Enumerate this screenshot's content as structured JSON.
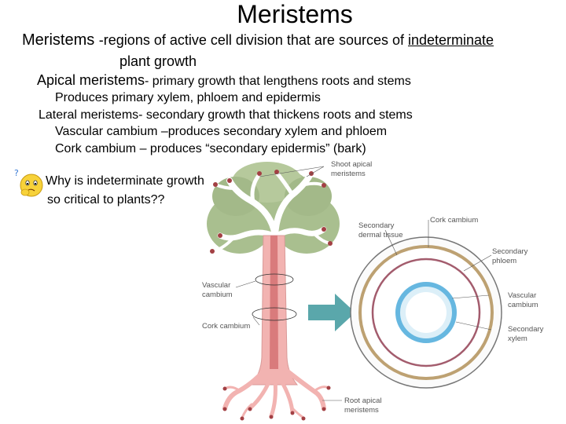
{
  "slide": {
    "title": "Meristems",
    "lines": {
      "def_term": "Meristems ",
      "def_dash": "-regions of active cell division that are sources of ",
      "def_underlined": "indeterminate",
      "def_cont": "plant growth",
      "apical_term": "Apical meristems",
      "apical_text": "- primary growth that lengthens roots and stems",
      "apical_sub": "Produces primary xylem, phloem and epidermis",
      "lateral": "Lateral meristems- secondary growth that thickens roots and stems",
      "vascular": "Vascular cambium –produces secondary xylem and phloem",
      "cork": "Cork cambium – produces “secondary epidermis” (bark)"
    },
    "question": {
      "line1": "Why is indeterminate growth",
      "line2": "so critical to plants??"
    }
  },
  "diagram": {
    "labels": {
      "shoot_1": "Shoot apical",
      "shoot_2": "meristems",
      "cork_top": "Cork cambium",
      "sec_dermal_1": "Secondary",
      "sec_dermal_2": "dermal tissue",
      "sec_phloem_1": "Secondary",
      "sec_phloem_2": "phloem",
      "vasc_left_1": "Vascular",
      "vasc_left_2": "cambium",
      "cork_left": "Cork cambium",
      "vasc_right_1": "Vascular",
      "vasc_right_2": "cambium",
      "sec_xylem_1": "Secondary",
      "sec_xylem_2": "xylem",
      "root_1": "Root apical",
      "root_2": "meristems"
    },
    "colors": {
      "foliage": "#a9bf8f",
      "trunk": "#f2b3b1",
      "trunk_core": "#d97b7c",
      "bark_ring": "#bda172",
      "phloem_ring": "#a35c6d",
      "xylem_fill": "#dceff8",
      "pith": "#ffffff",
      "arrow": "#5aa7ab",
      "meristem_tip": "#a34044"
    },
    "icons": [
      "thinking-face-icon"
    ]
  }
}
